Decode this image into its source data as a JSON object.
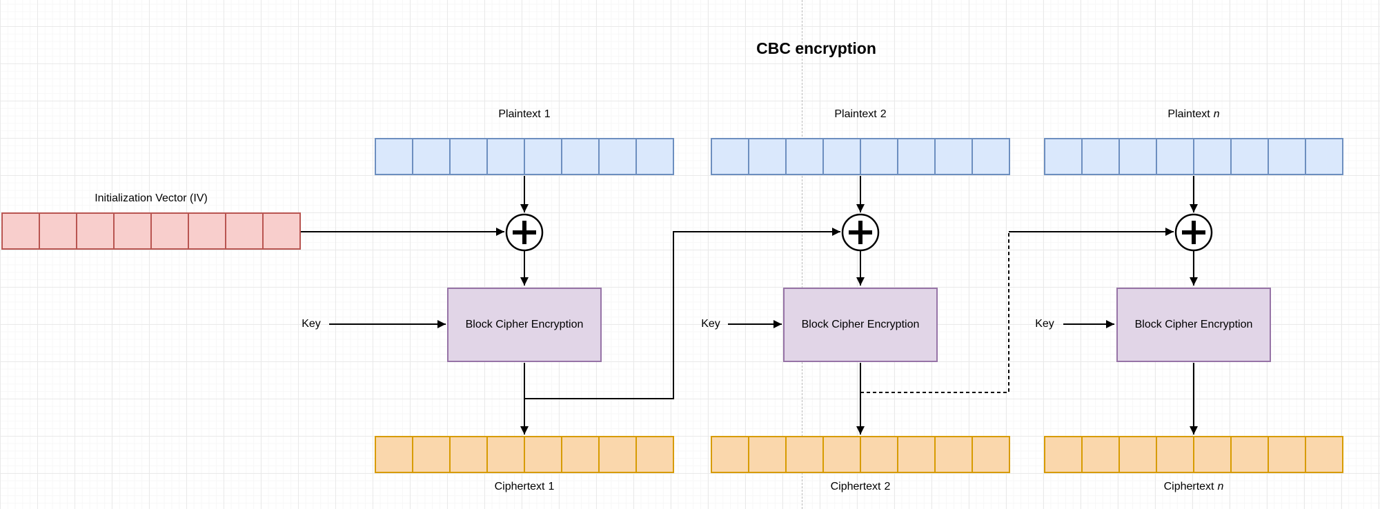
{
  "title": "CBC encryption",
  "colors": {
    "blue_fill": "#dae8fc",
    "blue_stroke": "#6c8ebf",
    "red_fill": "#f8cecc",
    "red_stroke": "#b85450",
    "purple_fill": "#e1d5e7",
    "purple_stroke": "#9673a6",
    "orange_fill": "#fad7ac",
    "orange_stroke": "#d79b00",
    "line": "#000000",
    "page_divider": "#b9b9b9"
  },
  "icons": {
    "xor": "plus-in-circle"
  },
  "iv": {
    "label": "Initialization Vector (IV)",
    "segments": 8
  },
  "columns": [
    {
      "plaintext_prefix": "Plaintext",
      "plaintext_suffix": "1",
      "key_label": "Key",
      "cipher_label": "Block Cipher Encryption",
      "ciphertext_prefix": "Ciphertext",
      "ciphertext_suffix": "1",
      "segments": 8
    },
    {
      "plaintext_prefix": "Plaintext",
      "plaintext_suffix": "2",
      "key_label": "Key",
      "cipher_label": "Block Cipher Encryption",
      "ciphertext_prefix": "Ciphertext",
      "ciphertext_suffix": "2",
      "segments": 8
    },
    {
      "plaintext_prefix": "Plaintext",
      "plaintext_suffix": "n",
      "key_label": "Key",
      "cipher_label": "Block Cipher Encryption",
      "ciphertext_prefix": "Ciphertext",
      "ciphertext_suffix": "n",
      "segments": 8
    }
  ]
}
